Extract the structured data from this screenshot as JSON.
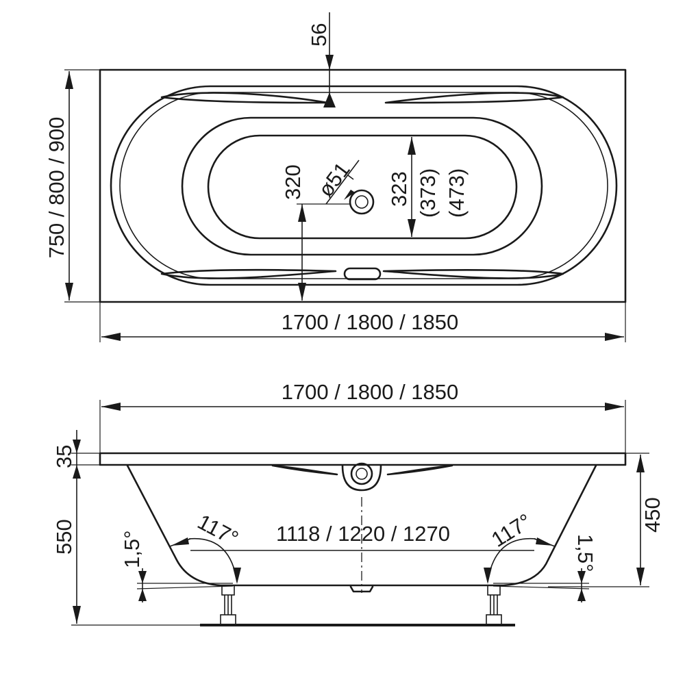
{
  "top_view": {
    "length_label": "1700 / 1800 / 1850",
    "width_label": "750 / 800 / 900",
    "rim_offset_label": "56",
    "drain_diameter_label": "ø51",
    "drain_position_label": "320",
    "inner_width_label": "323",
    "inner_width_alt1_label": "(373)",
    "inner_width_alt2_label": "(473)"
  },
  "side_view": {
    "length_label": "1700 / 1800 / 1850",
    "rim_thickness_label": "35",
    "total_height_label": "550",
    "depth_label": "450",
    "bottom_length_label": "1118 / 1220 / 1270",
    "angle_left_label": "117°",
    "angle_right_label": "117°",
    "slope_left_label": "1,5°",
    "slope_right_label": "1,5°"
  }
}
